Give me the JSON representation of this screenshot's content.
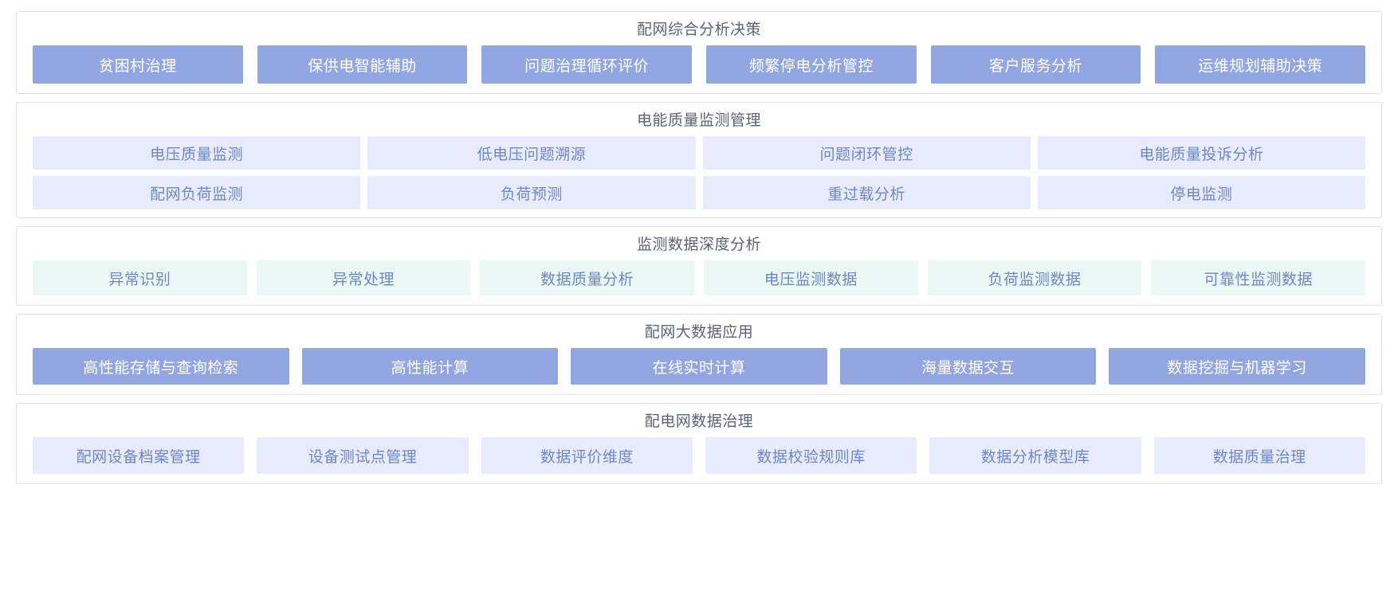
{
  "theme": {
    "page_background": "#ffffff",
    "panel_border": "#e2e3e6",
    "title_color": "#5d6470",
    "solid_tile_bg": "#92a6e2",
    "solid_tile_text": "#ffffff",
    "lavender_tile_bg": "#e8ebfb",
    "mint_tile_bg": "#eaf7f4",
    "pale_tile_text": "#6f87c4"
  },
  "panels": [
    {
      "title": "配网综合分析决策",
      "style": "solid",
      "rows": [
        [
          "贫困村治理",
          "保供电智能辅助",
          "问题治理循环评价",
          "频繁停电分析管控",
          "客户服务分析",
          "运维规划辅助决策"
        ]
      ]
    },
    {
      "title": "电能质量监测管理",
      "style": "lavender",
      "rows": [
        [
          "电压质量监测",
          "低电压问题溯源",
          "问题闭环管控",
          "电能质量投诉分析"
        ],
        [
          "配网负荷监测",
          "负荷预测",
          "重过载分析",
          "停电监测"
        ]
      ]
    },
    {
      "title": "监测数据深度分析",
      "style": "mint",
      "rows": [
        [
          "异常识别",
          "异常处理",
          "数据质量分析",
          "电压监测数据",
          "负荷监测数据",
          "可靠性监测数据"
        ]
      ]
    },
    {
      "title": "配网大数据应用",
      "style": "solid",
      "rows": [
        [
          "高性能存储与查询检索",
          "高性能计算",
          "在线实时计算",
          "海量数据交互",
          "数据挖掘与机器学习"
        ]
      ]
    },
    {
      "title": "配电网数据治理",
      "style": "lavender",
      "rows": [
        [
          "配网设备档案管理",
          "设备测试点管理",
          "数据评价维度",
          "数据校验规则库",
          "数据分析模型库",
          "数据质量治理"
        ]
      ]
    }
  ]
}
